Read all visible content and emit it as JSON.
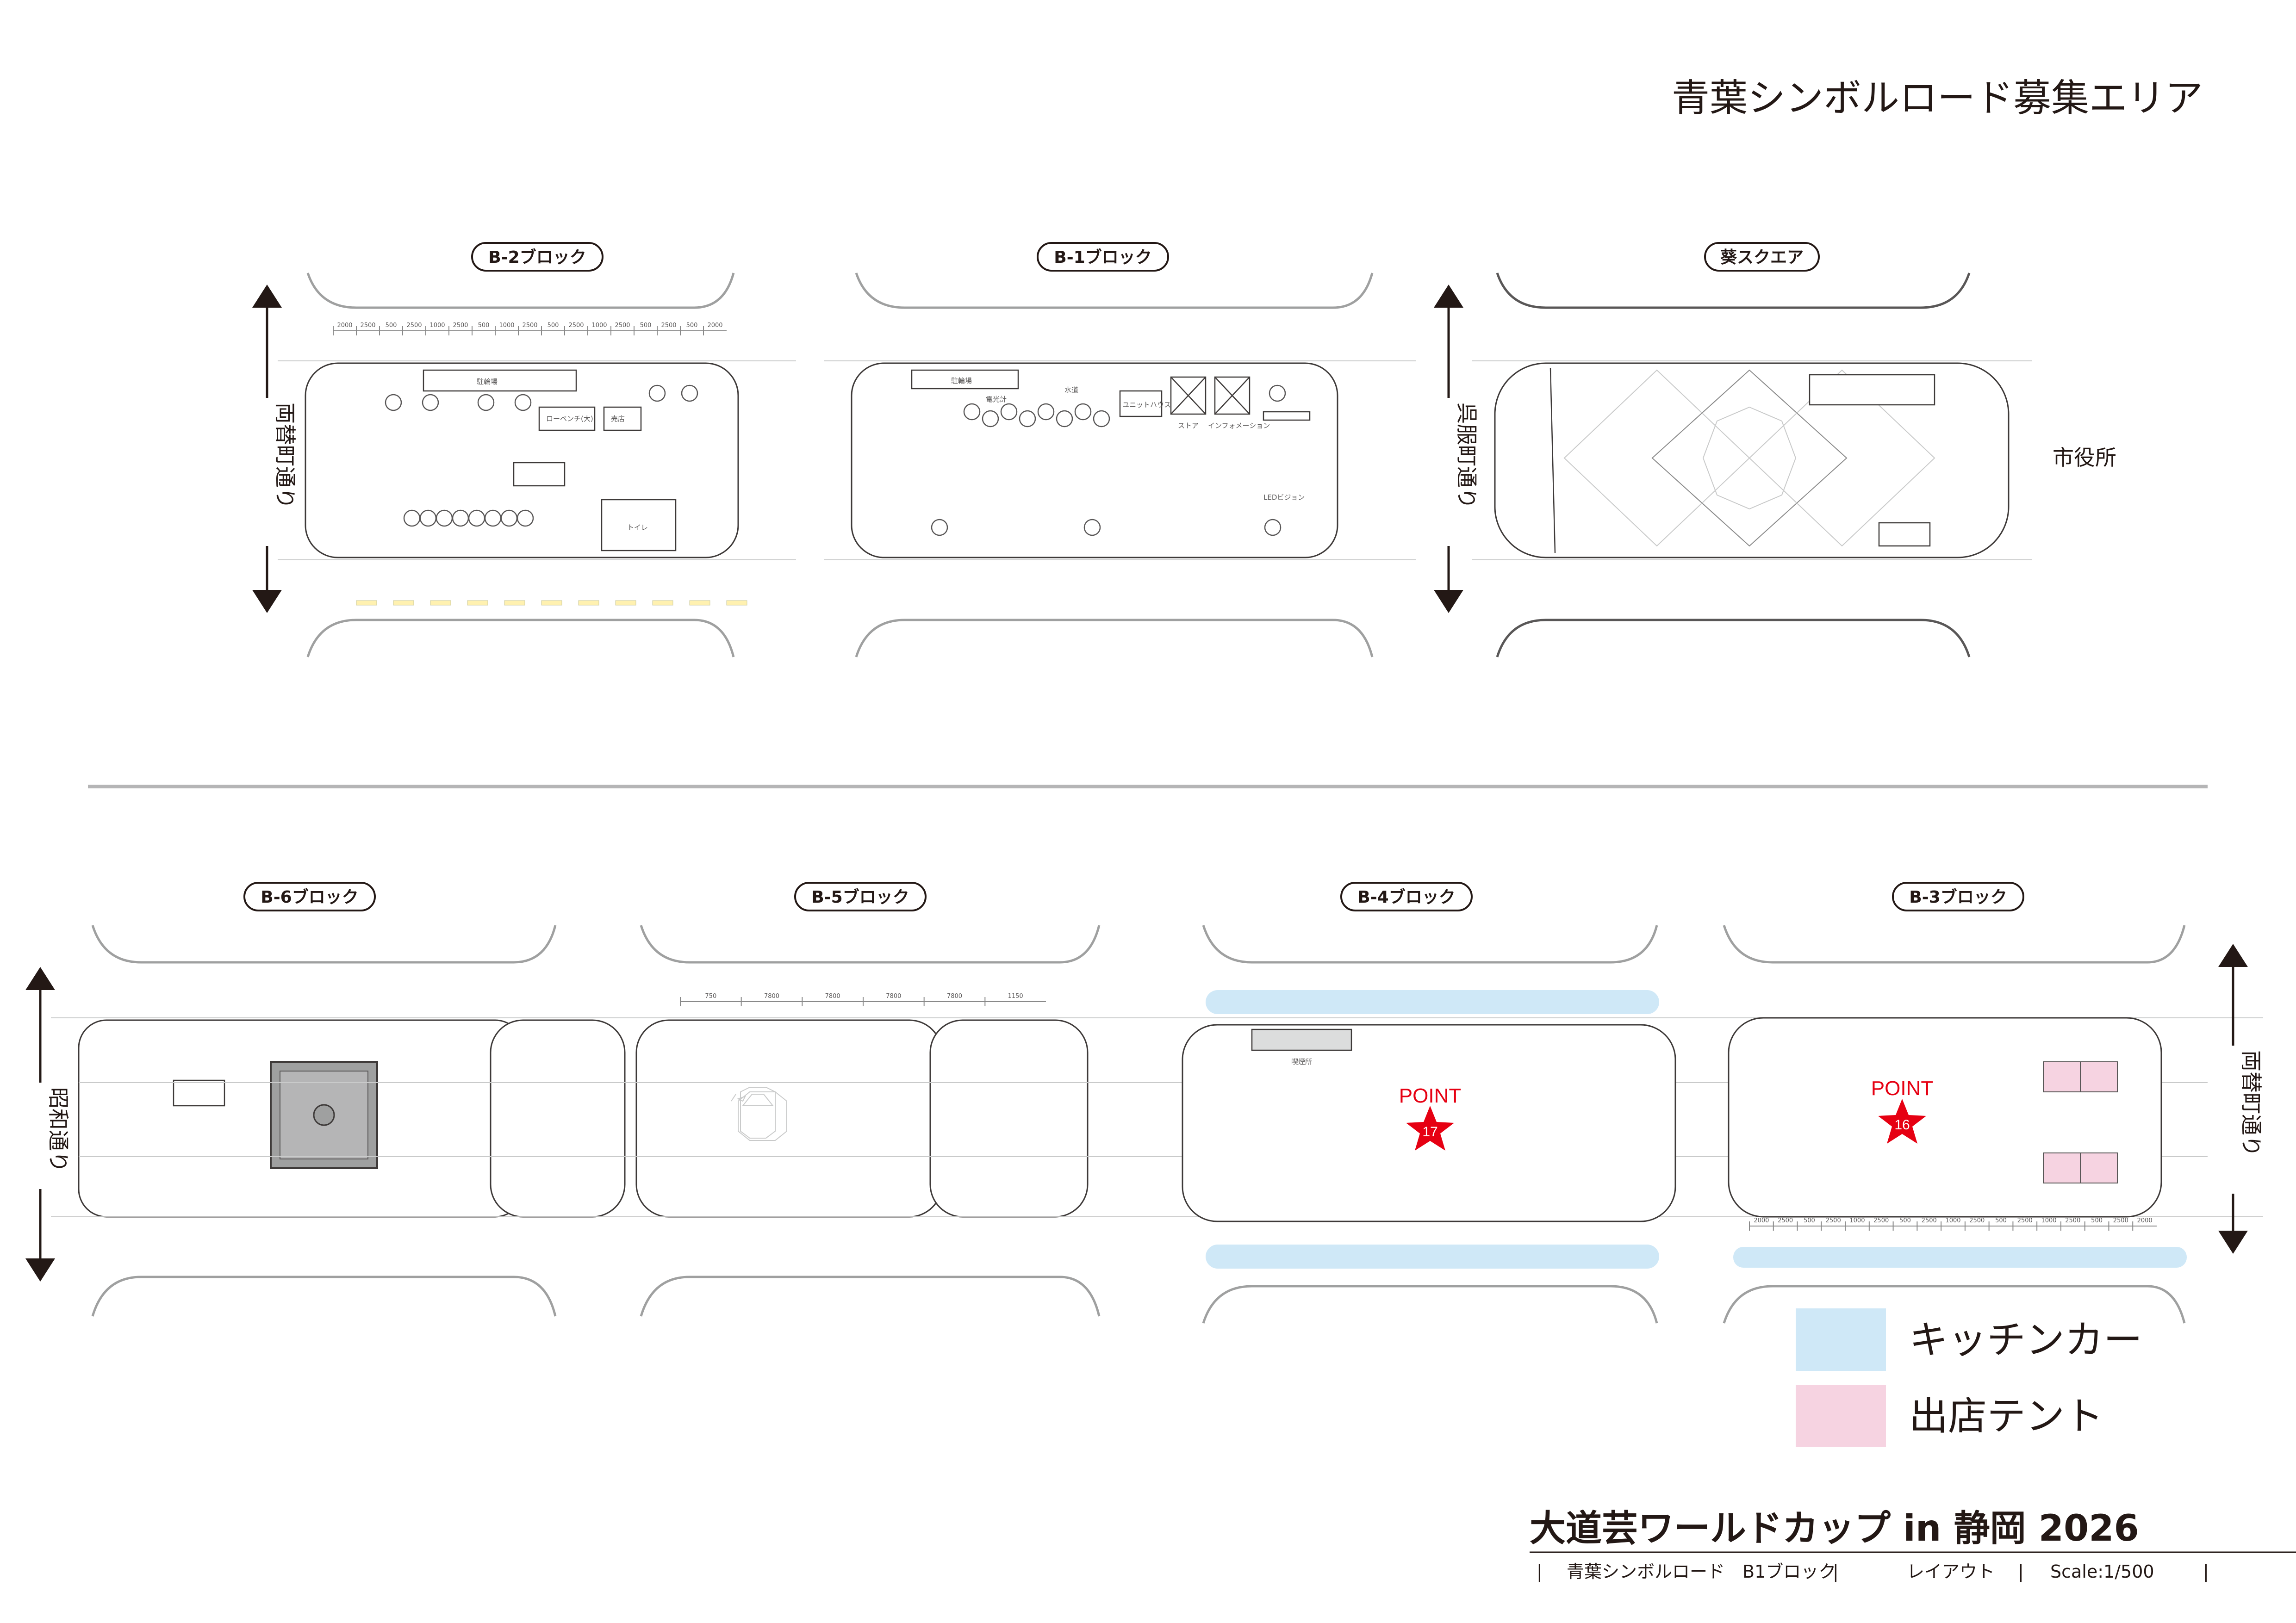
{
  "title": "青葉シンボルロード募集エリア",
  "blocks": {
    "b2": "B-2ブロック",
    "b1": "B-1ブロック",
    "aoi": "葵スクエア",
    "b6": "B-6ブロック",
    "b5": "B-5ブロック",
    "b4": "B-4ブロック",
    "b3": "B-3ブロック"
  },
  "streets": {
    "ryogaecho": "両替町通り",
    "gofukucho": "呉服町通り",
    "showa": "昭和通り",
    "ryogaecho_right": "両替町通り"
  },
  "landmarks": {
    "city_hall": "市役所"
  },
  "plan_labels": {
    "b2_bicycle": "駐輪場",
    "b2_bench": "ローベンチ(大)",
    "b2_store": "売店",
    "b2_toilet": "トイレ",
    "b1_bicycle": "駐輪場",
    "b1_clock": "電光計",
    "b1_fountain": "水道",
    "b1_unit": "ユニットハウス",
    "b1_store": "ストア",
    "b1_info": "インフォメーション",
    "b1_led": "LEDビジョン",
    "b4_smoking": "喫煙所"
  },
  "dimensions": {
    "b2_row": [
      "2000",
      "2500",
      "500",
      "2500",
      "1000",
      "2500",
      "500",
      "1000",
      "2500",
      "500",
      "2500",
      "1000",
      "2500",
      "500",
      "2500",
      "500",
      "2000"
    ],
    "b5_row": [
      "750",
      "7800",
      "7800",
      "7800",
      "7800",
      "1150"
    ],
    "b3_row": [
      "2000",
      "2500",
      "500",
      "2500",
      "1000",
      "2500",
      "500",
      "2500",
      "1000",
      "2500",
      "500",
      "2500",
      "1000",
      "2500",
      "500",
      "2500",
      "2000"
    ]
  },
  "points": [
    {
      "label": "POINT",
      "number": "17"
    },
    {
      "label": "POINT",
      "number": "16"
    }
  ],
  "legend": [
    {
      "label": "キッチンカー",
      "color": "#cfe8f7"
    },
    {
      "label": "出店テント",
      "color": "#f6d3e1"
    }
  ],
  "footer": {
    "event": "大道芸ワールドカップ in 静岡 2026",
    "location": "青葉シンボルロード　B1ブロック",
    "doc": "レイアウト",
    "scale": "Scale:1/500",
    "sep": "|"
  },
  "colors": {
    "kitchen_car": "#cfe8f7",
    "tent": "#f6d3e1",
    "point_star": "#e60012"
  },
  "icons": [
    "arrow-up-down-icon",
    "star-icon"
  ]
}
